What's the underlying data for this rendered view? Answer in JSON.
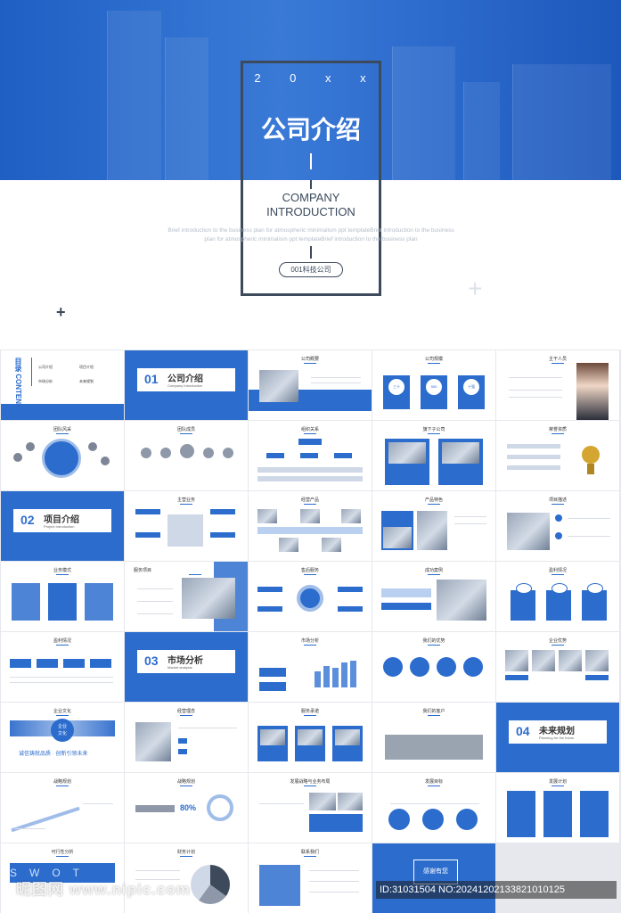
{
  "cover": {
    "year_chars": [
      "2",
      "0",
      "x",
      "x"
    ],
    "title": "公司介绍",
    "company_line1": "COMPANY",
    "company_line2": "INTRODUCTION",
    "brief": "Brief introduction to the business plan for atmospheric minimalism ppt templateBrief introduction to the business plan for atmospheric minimalism ppt templateBrief introduction to the business plan",
    "company_name": "001科技公司",
    "plus": "+"
  },
  "slides": {
    "contents_title": "目录 CONTENTS",
    "contents_items": [
      "公司介绍",
      "项目介绍",
      "市场分析",
      "未来规划"
    ],
    "sec1": {
      "num": "01",
      "title": "公司介绍",
      "sub": "Company Introduction"
    },
    "sec2": {
      "num": "02",
      "title": "项目介绍",
      "sub": "Project Introduction"
    },
    "sec3": {
      "num": "03",
      "title": "市场分析",
      "sub": "Market analysis"
    },
    "sec4": {
      "num": "04",
      "title": "未来规划",
      "sub": "Planning for the future"
    },
    "titles": {
      "s3": "公司概要",
      "s4": "公司规模",
      "s5": "主干人员",
      "s6": "团队风采",
      "s7": "团队成员",
      "s8": "组织关系",
      "s9": "旗下子公司",
      "s10": "荣誉资质",
      "s12": "主营业务",
      "s13": "经营产品",
      "s14": "产品特色",
      "s15": "项目描述",
      "s16": "业务模式",
      "s17": "服务项目",
      "s18": "售后服务",
      "s19": "成功案例",
      "s20": "盈利情况",
      "s21": "盈利情况",
      "s23": "市场分析",
      "s24": "我们的优势",
      "s25": "企业优势",
      "s26": "企业文化",
      "s27": "经营理念",
      "s28": "服务承诺",
      "s29": "我们的客户",
      "s31": "战略规划",
      "s32": "战略规划",
      "s33": "发展战略与业务布局",
      "s34": "发展目标",
      "s35": "发展计划",
      "s36": "可行性分析",
      "s37": "财务计划",
      "s38": "联系我们"
    },
    "scale_labels": [
      "三十",
      "500",
      "十强"
    ],
    "culture_badge_1": "企业",
    "culture_badge_2": "文化",
    "culture_slogan": "诚信铸就品质 · 创新引领未来",
    "swot": "SWOT",
    "stat_percent": "80%",
    "thanks": "感谢有您"
  },
  "watermark": {
    "left": "昵图网 www.nipic.com",
    "right": "ID:31031504 NO:20241202133821010125"
  }
}
